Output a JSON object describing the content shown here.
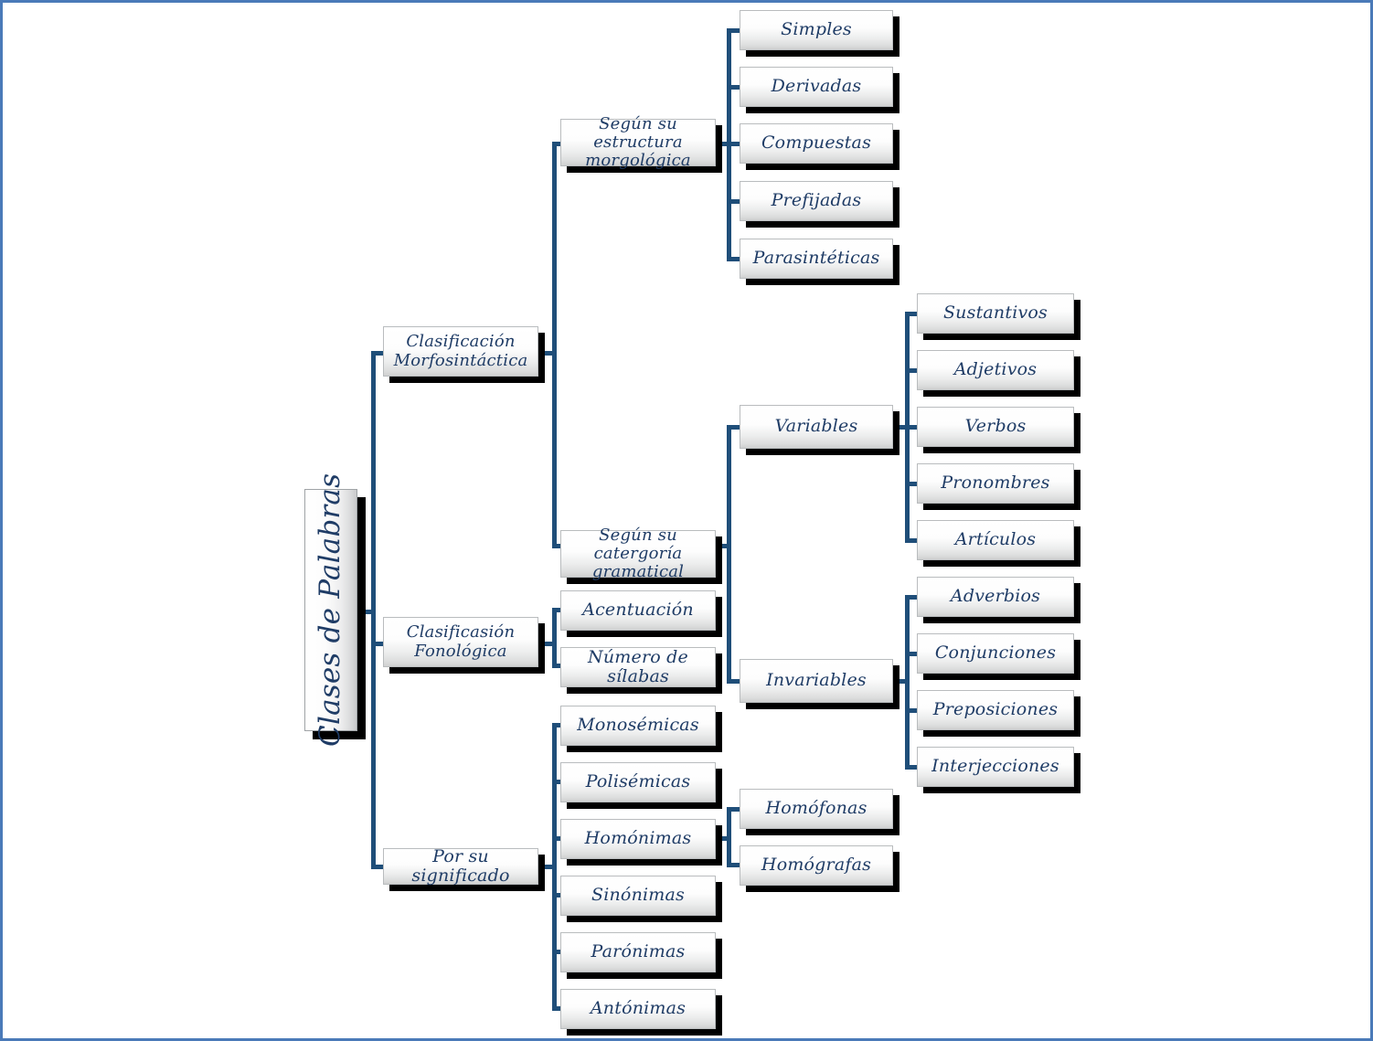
{
  "diagram": {
    "title": "Clases de Palabras",
    "type": "tree-map",
    "accent_color": "#1f4e79",
    "border_color": "#4a7ab8",
    "text_color": "#1f3c66",
    "root": {
      "label": "Clases de Palabras"
    },
    "level1": [
      {
        "label": "Clasificación\nMorfosintáctica",
        "line1": "Clasificación",
        "line2": "Morfosintáctica"
      },
      {
        "label": "Clasificasión\nFonológica",
        "line1": "Clasificasión",
        "line2": "Fonológica"
      },
      {
        "label": "Por su significado"
      }
    ],
    "level2": {
      "estructura": {
        "line1": "Según su estructura",
        "line2": "morgológica"
      },
      "categoria": {
        "line1": "Según su catergoría",
        "line2": "gramatical"
      },
      "acentuacion": {
        "label": "Acentuación"
      },
      "silabas": {
        "label": "Número de sílabas"
      },
      "variables": {
        "label": "Variables"
      },
      "invariables": {
        "label": "Invariables"
      },
      "significado_items": [
        {
          "label": "Monosémicas"
        },
        {
          "label": "Polisémicas"
        },
        {
          "label": "Homónimas"
        },
        {
          "label": "Sinónimas"
        },
        {
          "label": "Parónimas"
        },
        {
          "label": "Antónimas"
        }
      ]
    },
    "level3": {
      "estructura_items": [
        {
          "label": "Simples"
        },
        {
          "label": "Derivadas"
        },
        {
          "label": "Compuestas"
        },
        {
          "label": "Prefijadas"
        },
        {
          "label": "Parasintéticas"
        }
      ],
      "variables_items": [
        {
          "label": "Sustantivos"
        },
        {
          "label": "Adjetivos"
        },
        {
          "label": "Verbos"
        },
        {
          "label": "Pronombres"
        },
        {
          "label": "Artículos"
        }
      ],
      "invariables_items": [
        {
          "label": "Adverbios"
        },
        {
          "label": "Conjunciones"
        },
        {
          "label": "Preposiciones"
        },
        {
          "label": "Interjecciones"
        }
      ],
      "homonimas_items": [
        {
          "label": "Homófonas"
        },
        {
          "label": "Homógrafas"
        }
      ]
    }
  }
}
